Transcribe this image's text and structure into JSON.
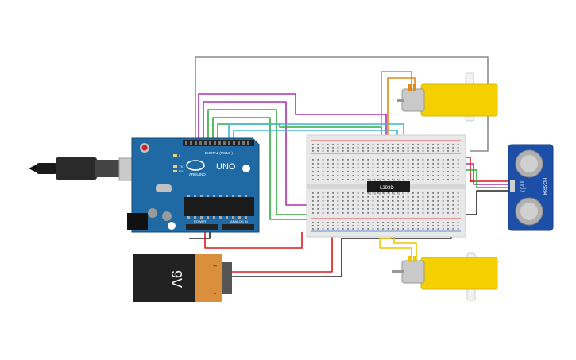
{
  "arduino": {
    "brand": "UNO",
    "logo_text": "ARDUINO",
    "digital_header": "DIGITAL (PWM~)",
    "power_header": "POWER",
    "analog_header": "ANALOG IN",
    "tx_label": "TX",
    "rx_label": "RX",
    "l_label": "L"
  },
  "battery": {
    "label": "9V",
    "plus": "+",
    "minus": "-"
  },
  "driver": {
    "label": "L293D"
  },
  "sensor": {
    "model": "HC-SR04",
    "pins": [
      "Vcc",
      "Trig",
      "Echo",
      "Gnd"
    ]
  },
  "colors": {
    "arduino_board": "#1f6aa5",
    "breadboard": "#e8e8e8",
    "motor_body": "#f5d000",
    "battery_body": "#222222",
    "battery_cap": "#d98f3c",
    "wire_red": "#e0151b",
    "wire_black": "#222222",
    "wire_gray": "#8a8a8a",
    "wire_purple": "#b02fb4",
    "wire_green": "#2fae3a",
    "wire_cyan": "#3fb5d8",
    "wire_orange": "#e28a12",
    "wire_yellow": "#f1c400"
  }
}
